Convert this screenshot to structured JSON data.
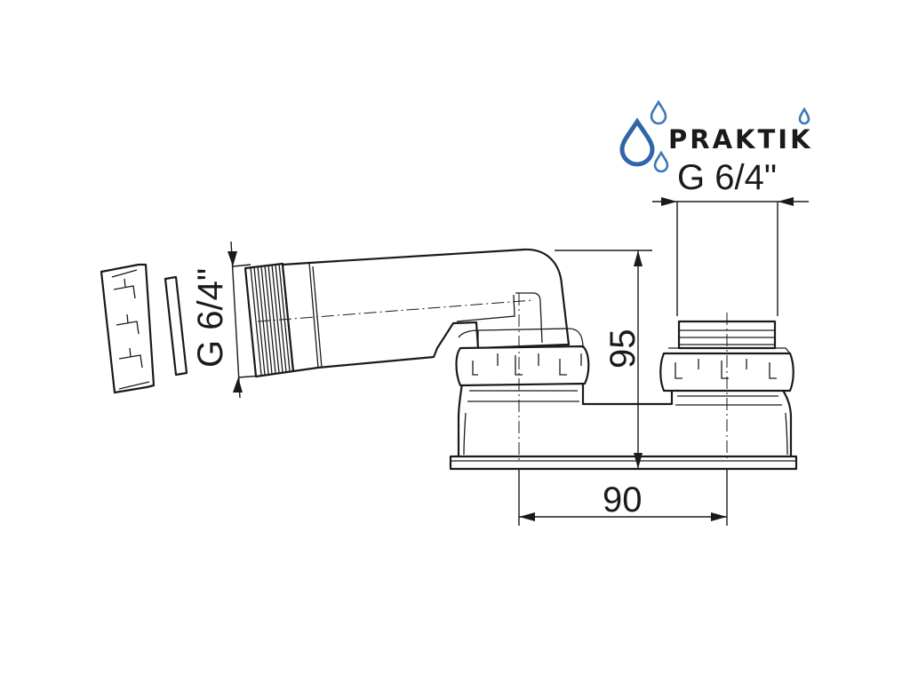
{
  "brand": {
    "name": "PRAKTIK",
    "logo_color": "#3d78b7",
    "logo_icon": "water-drops-icon"
  },
  "dimensions": {
    "top_thread": "G 6/4\"",
    "side_thread": "G 6/4\"",
    "height": "95",
    "width": "90"
  },
  "colors": {
    "line": "#1a1a1a",
    "background": "#ffffff"
  }
}
